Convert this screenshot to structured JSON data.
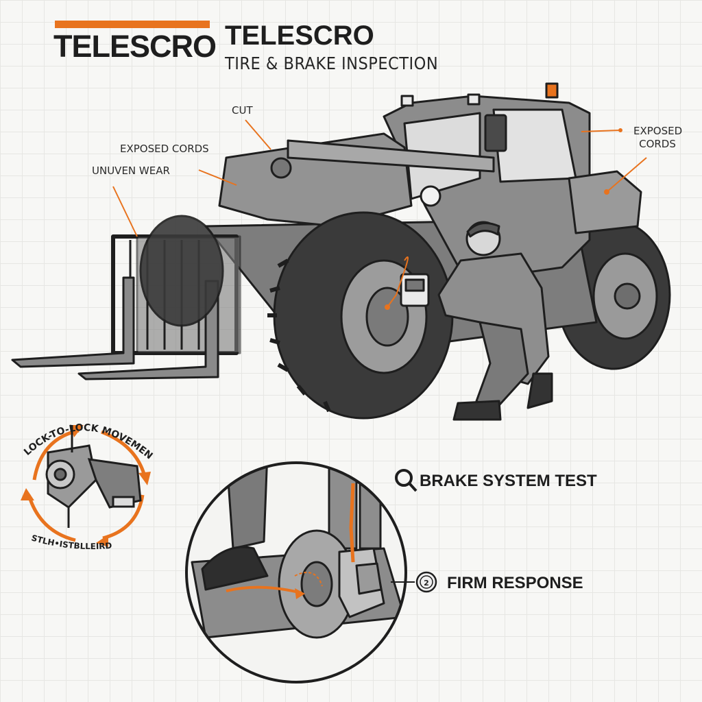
{
  "header": {
    "logo": "TELESCRO",
    "title": "TELESCRO",
    "subtitle": "TIRE & BRAKE INSPECTION"
  },
  "callouts": {
    "cut": "CUT",
    "exposed_cords_left": "EXPOSED CORDS",
    "uneven_wear": "UNUVEN WEAR",
    "exposed_cords_right": "EXPOSED CORDS"
  },
  "steering": {
    "top_label": "LOCK-TO-LOCK MOVEMENT",
    "bottom_label": "STLH•ISTBLLEIRD"
  },
  "brake": {
    "test_label": "BRAKE SYSTEM TEST",
    "response_label": "FIRM RESPONSE",
    "gauge_value": "2"
  },
  "colors": {
    "accent": "#e8731e",
    "machine_body": "#8c8c8c",
    "tire": "#3a3a3a",
    "outline": "#1e1e1e"
  }
}
